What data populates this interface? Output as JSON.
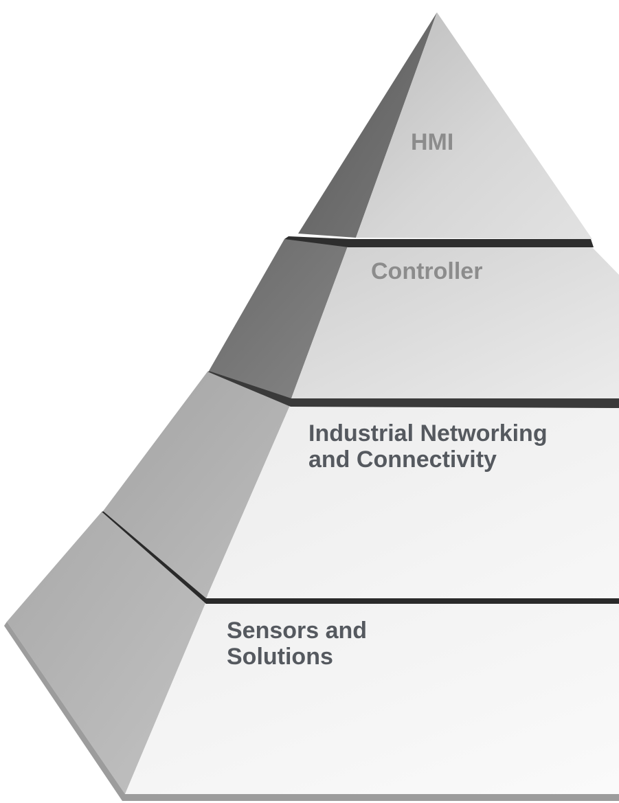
{
  "diagram": {
    "type": "pyramid",
    "layers": [
      {
        "id": "hmi",
        "lines": [
          "HMI"
        ]
      },
      {
        "id": "controller",
        "lines": [
          "Controller"
        ]
      },
      {
        "id": "networking",
        "lines": [
          "Industrial Networking",
          "and Connectivity"
        ]
      },
      {
        "id": "sensors",
        "lines": [
          "Sensors and",
          "Solutions"
        ]
      }
    ],
    "colors": {
      "background": "#ffffff",
      "front_face_light": "#f4f4f4",
      "front_face_mid": "#d2d2d2",
      "side_face_dark": "#6e6e6e",
      "side_face_light": "#b4b4b4",
      "gap": "#2a2a2a",
      "label_upper": "#8c8c8c",
      "label_lower": "#55595f"
    }
  }
}
